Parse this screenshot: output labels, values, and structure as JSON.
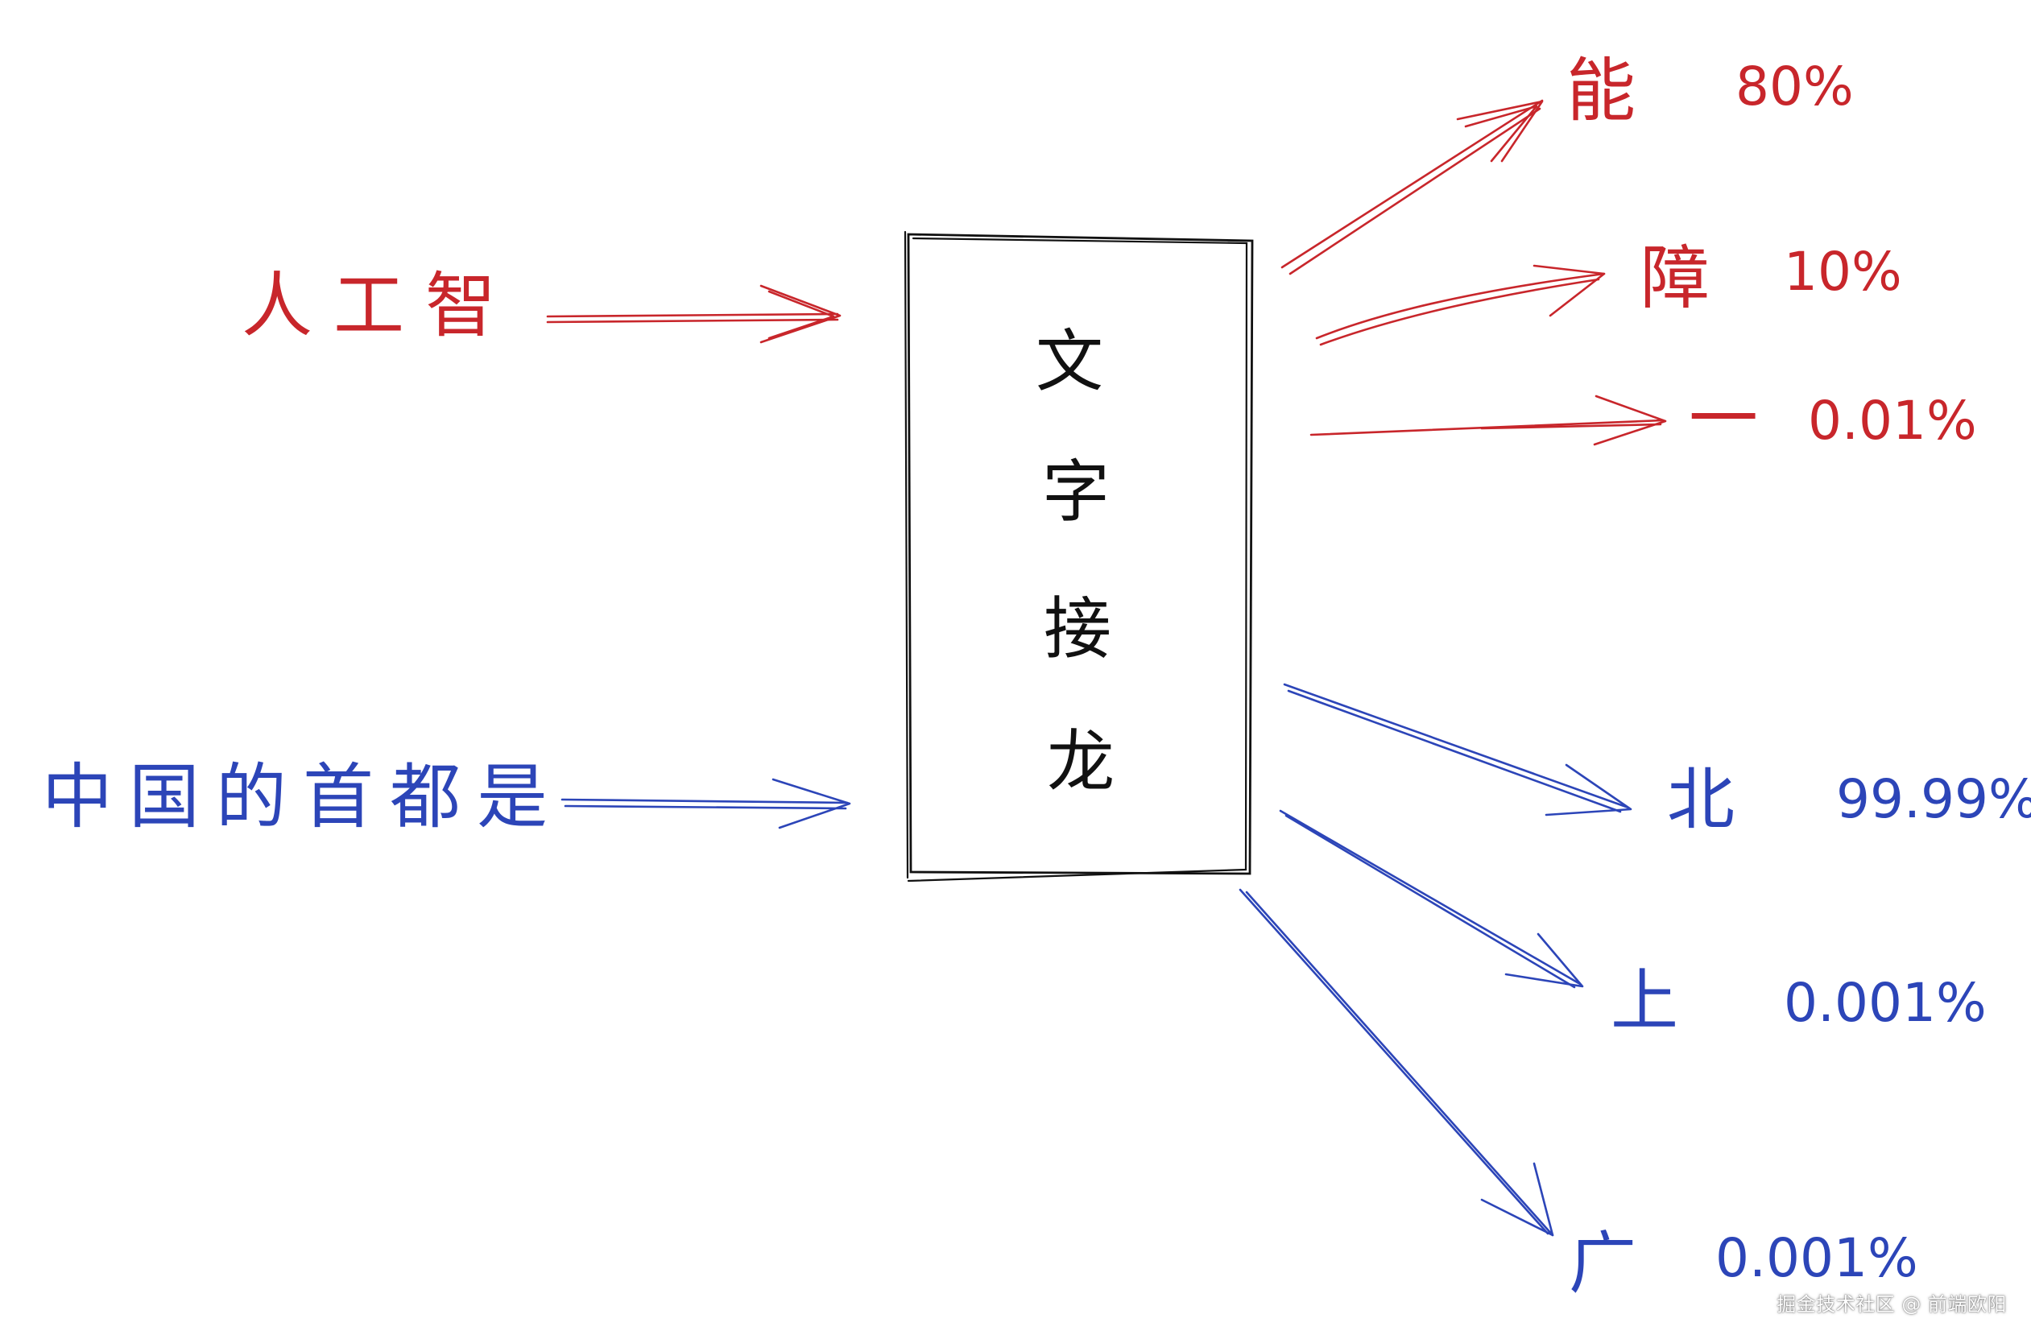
{
  "box": {
    "chars": [
      "文",
      "字",
      "接",
      "龙"
    ]
  },
  "inputs": {
    "red": "人工智",
    "blue": "中国的首都是"
  },
  "outputs": {
    "red": [
      {
        "char": "能",
        "prob": "80%"
      },
      {
        "char": "障",
        "prob": "10%"
      },
      {
        "char": "一",
        "prob": "0.01%"
      }
    ],
    "blue": [
      {
        "char": "北",
        "prob": "99.99%"
      },
      {
        "char": "上",
        "prob": "0.001%"
      },
      {
        "char": "广",
        "prob": "0.001%"
      }
    ]
  },
  "watermark": "掘金技术社区 @ 前端欧阳",
  "colors": {
    "red": "#c8262b",
    "blue": "#2c45b8",
    "black": "#111111"
  }
}
